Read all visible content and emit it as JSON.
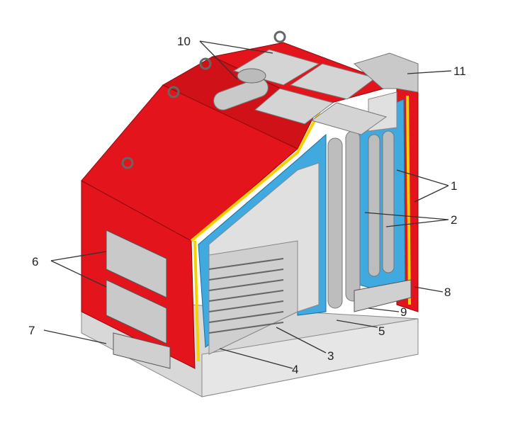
{
  "diagram": {
    "labels": [
      "1",
      "2",
      "3",
      "4",
      "5",
      "6",
      "7",
      "8",
      "9",
      "10",
      "11"
    ],
    "colors": {
      "casing": "#e3141b",
      "insulation": "#3fa9e0",
      "seal": "#f5d000",
      "steel": "#c9c9c9"
    }
  }
}
